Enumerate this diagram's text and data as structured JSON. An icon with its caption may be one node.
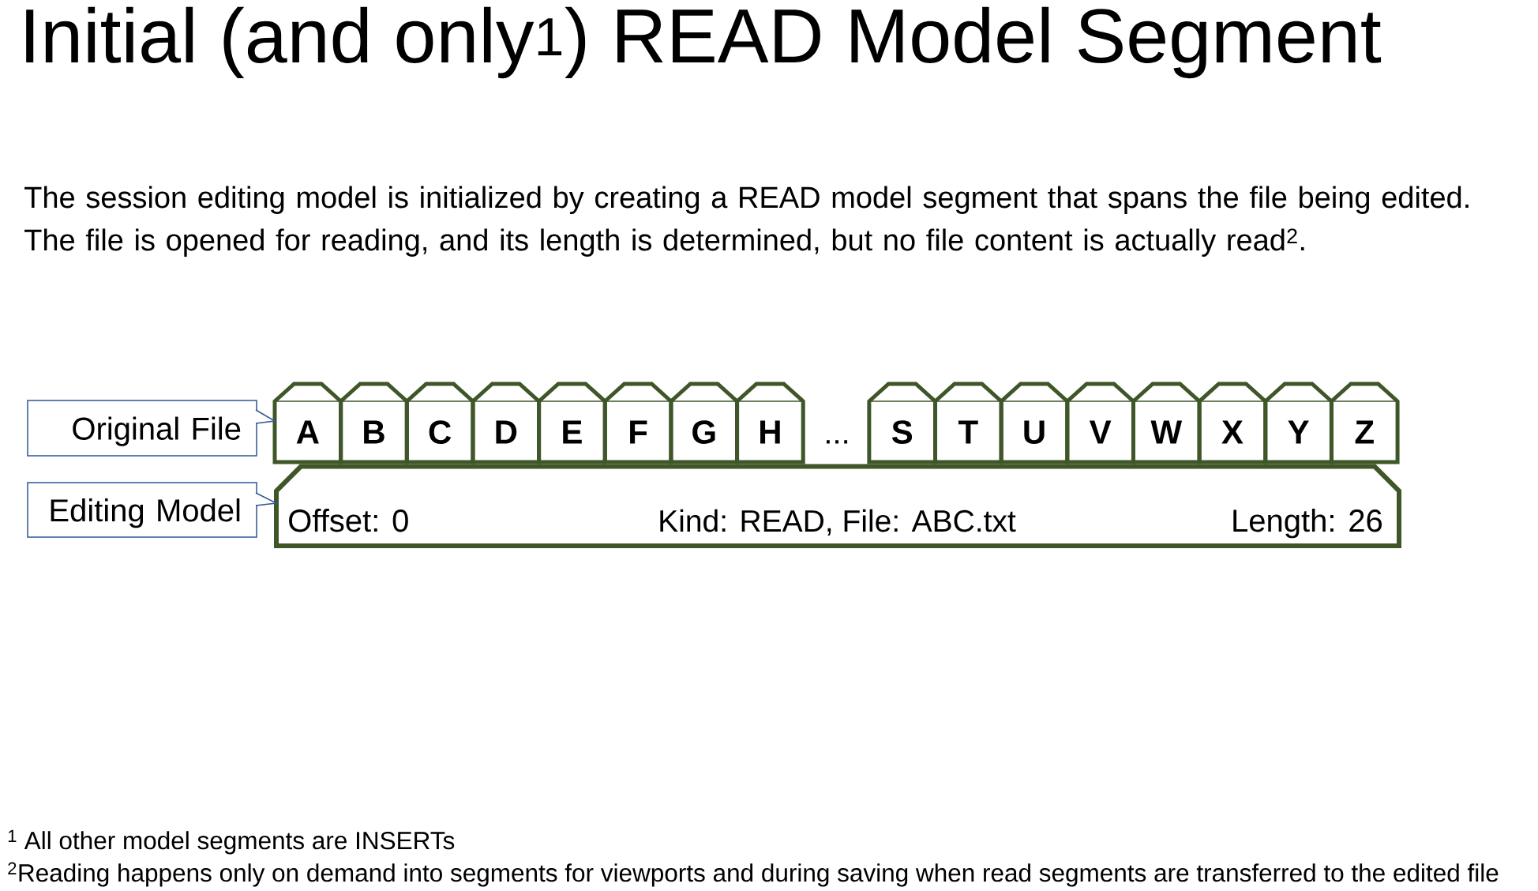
{
  "diagram": {
    "title": "Initial (and only$^{1}$) READ Model Segment",
    "nodes": [
      {
        "text": [
          "Original File"
        ]
      },
      {
        "text": [
          "A"
        ]
      },
      {
        "text": [
          "B"
        ]
      },
      {
        "text": [
          "C"
        ]
      },
      {
        "text": [
          "D"
        ]
      },
      {
        "text": [
          "E"
        ]
      },
      {
        "text": [
          "F"
        ]
      },
      {
        "text": [
          "G"
        ]
      },
      {
        "text": [
          "H"
        ]
      },
      {
        "text": [
          "S"
        ]
      },
      {
        "text": [
          "T"
        ]
      },
      {
        "text": [
          "U"
        ]
      },
      {
        "text": [
          "V"
        ]
      },
      {
        "text": [
          "W"
        ]
      },
      {
        "text": [
          "X"
        ]
      },
      {
        "text": [
          "Y"
        ]
      },
      {
        "text": [
          "Z"
        ]
      },
      {
        "text": [
          "Editing Model"
        ]
      },
      {
        "text": [
          "Offset: 0",
          "Kind: READ, File: ABC.txt",
          "Length: 26"
        ]
      }
    ],
    "edges": [
      {
        "from": 0,
        "to": 1,
        "arrow": "to"
      },
      {
        "from": 17,
        "to": 18,
        "arrow": "to"
      }
    ],
    "labels": [
      "The session editing model is initialized by creating a READ model segment that spans the file being edited. The file is opened for reading, and its length is determined, but no file content is actually read$^{2}$.",
      "...",
      "$^{1}$ All other model segments are INSERTs",
      "$^{2}$Reading happens only on demand into segments for viewports and during saving when read segments are transferred to the edited file"
    ]
  }
}
